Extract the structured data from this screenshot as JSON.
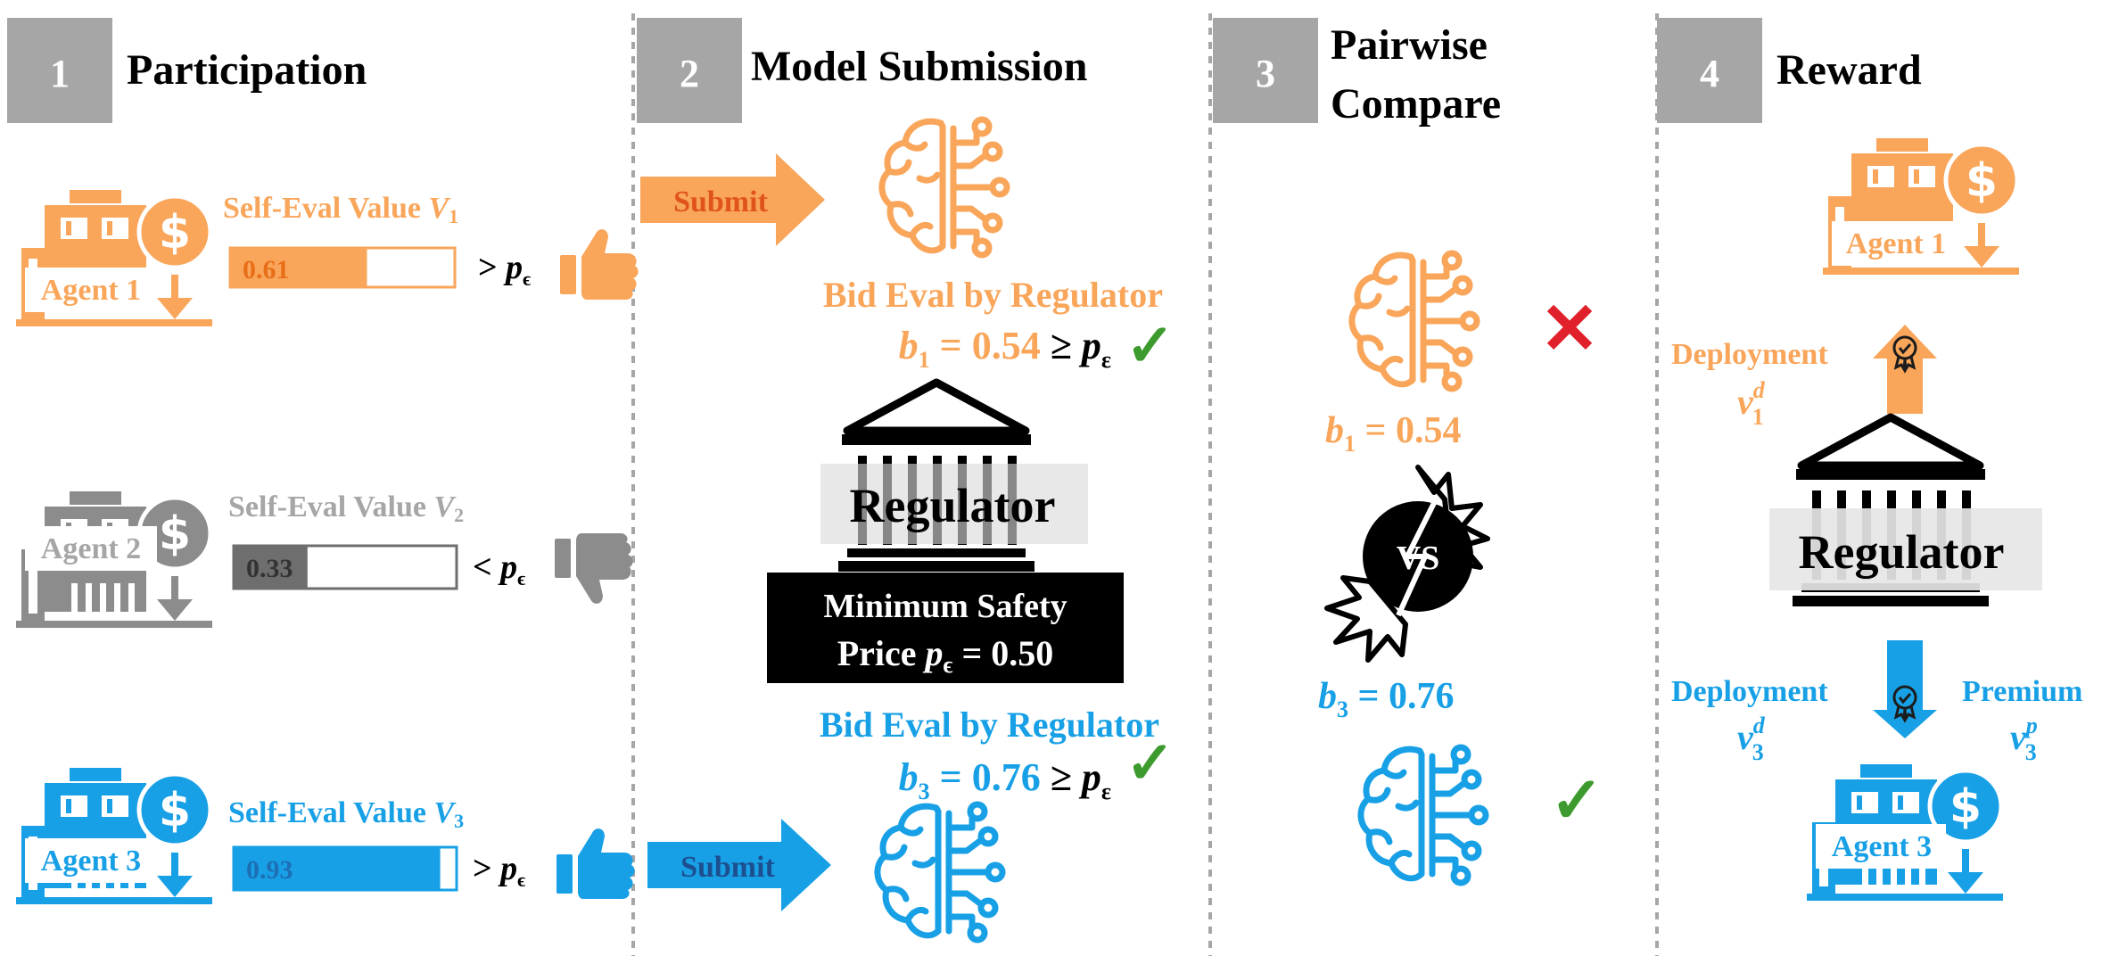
{
  "colors": {
    "orange": "#F9A55A",
    "orange_dark": "#F08E33",
    "gray": "#8C8C8C",
    "gray_dark": "#6E6E6E",
    "blue": "#18A0E6",
    "blue_dark": "#1C6FB5",
    "step_box": "#A6A6A6",
    "green": "#3D9A2E",
    "red": "#E0202A",
    "black": "#000000"
  },
  "steps": [
    {
      "number": "1",
      "title": "Participation"
    },
    {
      "number": "2",
      "title": "Model Submission"
    },
    {
      "number": "3",
      "title_line1": "Pairwise",
      "title_line2": "Compare"
    },
    {
      "number": "4",
      "title": "Reward"
    }
  ],
  "participation": {
    "agents": [
      {
        "label": "Agent 1",
        "eval_label": "Self-Eval Value",
        "var": "V",
        "sub": "1",
        "value": "0.61",
        "fraction": 0.61,
        "compare": ">",
        "threshold": "p",
        "threshold_sub": "ϵ",
        "thumb": "up",
        "color_key": "orange"
      },
      {
        "label": "Agent 2",
        "eval_label": "Self-Eval Value",
        "var": "V",
        "sub": "2",
        "value": "0.33",
        "fraction": 0.33,
        "compare": "<",
        "threshold": "p",
        "threshold_sub": "ϵ",
        "thumb": "down",
        "color_key": "gray"
      },
      {
        "label": "Agent 3",
        "eval_label": "Self-Eval Value",
        "var": "V",
        "sub": "3",
        "value": "0.93",
        "fraction": 0.93,
        "compare": ">",
        "threshold": "p",
        "threshold_sub": "ϵ",
        "thumb": "up",
        "color_key": "blue"
      }
    ]
  },
  "submission": {
    "submit_label": "Submit",
    "bid_title": "Bid Eval by Regulator",
    "bid1": {
      "var": "b",
      "sub": "1",
      "eq": "=",
      "value": "0.54",
      "cmp": "≥",
      "threshold": "p",
      "threshold_sub": "ε"
    },
    "bid3": {
      "var": "b",
      "sub": "3",
      "eq": "=",
      "value": "0.76",
      "cmp": "≥",
      "threshold": "p",
      "threshold_sub": "ε"
    },
    "regulator_label": "Regulator",
    "min_safety_line1": "Minimum Safety",
    "min_safety_line2_prefix": "Price",
    "min_safety_var": "p",
    "min_safety_sub": "ϵ",
    "min_safety_eq": "=",
    "min_safety_value": "0.50",
    "check_mark": "✓"
  },
  "compare": {
    "b1": {
      "var": "b",
      "sub": "1",
      "eq": "=",
      "value": "0.54"
    },
    "b3": {
      "var": "b",
      "sub": "3",
      "eq": "=",
      "value": "0.76"
    },
    "vs_label": "VS",
    "cross_mark": "✕",
    "check_mark": "✓"
  },
  "reward": {
    "agent1_label": "Agent 1",
    "agent3_label": "Agent 3",
    "regulator_label": "Regulator",
    "deployment_label": "Deployment",
    "premium_label": "Premium",
    "v1d": {
      "var": "v",
      "sub": "1",
      "sup": "d"
    },
    "v3d": {
      "var": "v",
      "sub": "3",
      "sup": "d"
    },
    "v3p": {
      "var": "v",
      "sub": "3",
      "sup": "p"
    }
  }
}
